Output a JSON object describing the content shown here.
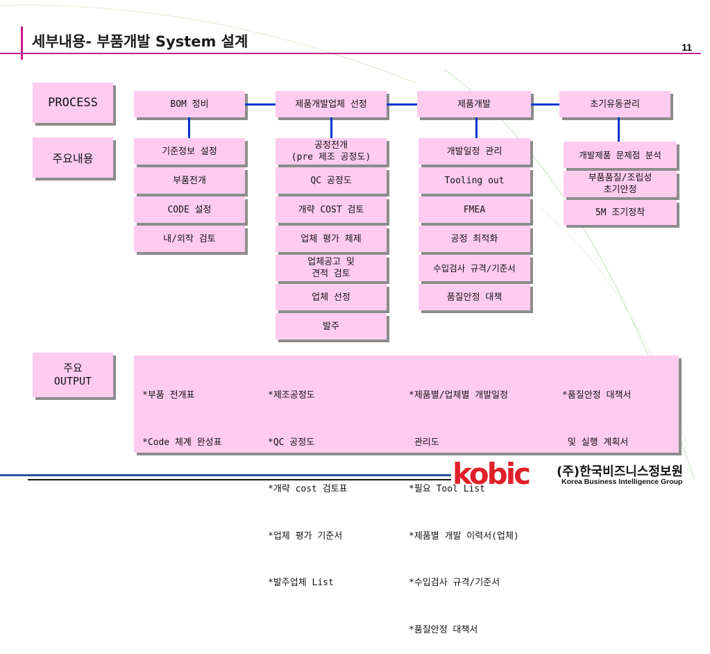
{
  "header": {
    "title": "세부내용- 부품개발 System 설계",
    "page_number": "11"
  },
  "row_labels": {
    "process": "PROCESS",
    "content": "주요내용",
    "output": "주요\nOUTPUT"
  },
  "process_steps": [
    "BOM 정비",
    "제품개발업체 선정",
    "제품개발",
    "초기유동관리"
  ],
  "columns": [
    {
      "items": [
        "기준정보 설정",
        "부품전개",
        "CODE 설정",
        "내/외작 검토"
      ]
    },
    {
      "items": [
        "공정전개\n(pre 제조 공정도)",
        "QC 공정도",
        "개략 COST 검토",
        "업체 평가 체제",
        "업체공고 및\n견적 검토",
        "업체 선정",
        "발주"
      ]
    },
    {
      "items": [
        "개발일정 관리",
        "Tooling out",
        "FMEA",
        "공정 최적화",
        "수입검사 규격/기준서",
        "품질안정 대책"
      ]
    },
    {
      "items": [
        "개발제품 문제점 분석",
        "부품품질/조립성\n초기안정",
        "5M 조기정착"
      ]
    }
  ],
  "outputs": [
    {
      "lines": [
        "*부품 전개표",
        "*Code 체계 완성표"
      ]
    },
    {
      "lines": [
        "*제조공정도",
        "*QC 공정도",
        "*개략 cost 검토표",
        "*업체 평가 기준서",
        "*발주업체 List"
      ]
    },
    {
      "lines": [
        "*제품별/업체별 개발일정",
        " 관리도",
        "*필요 Tool List",
        "*제품별 개발 이력서(업체)",
        "*수입검사 규격/기준서",
        "*품질안정 대책서"
      ]
    },
    {
      "lines": [
        "*품질안정 대책서",
        " 및 실행 계획서"
      ]
    }
  ],
  "footer": {
    "logo_text": "kobic",
    "company_name": "(주)한국비즈니스정보원",
    "company_name_en": "Korea Business Intelligence Group"
  },
  "colors": {
    "box_fill": "#ffccf0",
    "connector": "#0033cc",
    "accent_line": "#c71c8a",
    "logo_red": "#e0202a",
    "logo_blue": "#1f3f9a"
  }
}
